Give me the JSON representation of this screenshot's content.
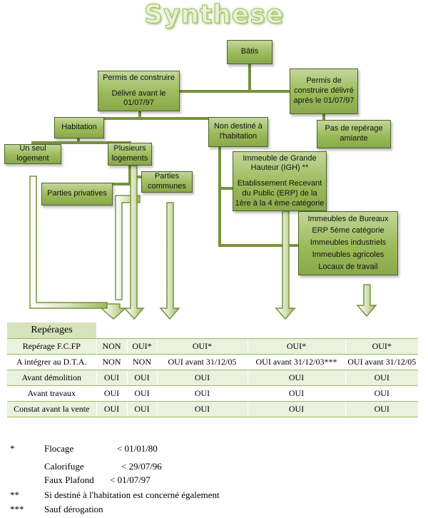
{
  "title": "Synthese",
  "nodes": {
    "batis": "Bâtis",
    "permis_avant_line1": "Permis de construire",
    "permis_avant_line2": "Délivré avant le 01/07/97",
    "permis_apres": "Permis de construire délivré après le 01/07/97",
    "habitation": "Habitation",
    "non_destine": "Non destiné à l'habitation",
    "pas_reperage": "Pas de repérage amiante",
    "seul_logement": "Un seul logement",
    "plusieurs_logements": "Plusieurs logements",
    "parties_privatives": "Parties privatives",
    "parties_communes": "Parties communes",
    "igh_line1": "Immeuble de Grande Hauteur (IGH) **",
    "igh_line2": "Etablissement Recevant du Public (ERP) de la 1ère à la 4 ème catégorie",
    "bureaux": [
      "Immeubles de Bureaux",
      "ERP 5ème catégorie",
      "Immeubles industriels",
      "Immeubles agricoles",
      "Locaux de travail"
    ]
  },
  "table": {
    "header": "Repérages",
    "rows": [
      [
        "Repérage F.C.FP",
        "NON",
        "OUI*",
        "OUI*",
        "OUI*",
        "OUI*"
      ],
      [
        "A intégrer au D.T.A.",
        "NON",
        "NON",
        "OUI avant 31/12/05",
        "OUI avant 31/12/03***",
        "OUI avant 31/12/05"
      ],
      [
        "Avant démolition",
        "OUI",
        "OUI",
        "OUI",
        "OUI",
        "OUI"
      ],
      [
        "Avant travaux",
        "OUI",
        "OUI",
        "OUI",
        "OUI",
        "OUI"
      ],
      [
        "Constat avant la vente",
        "OUI",
        "OUI",
        "OUI",
        "OUI",
        "OUI"
      ]
    ]
  },
  "footnotes": {
    "star1": "*",
    "flocage_label": "Flocage",
    "flocage_value": "< 01/01/80",
    "calorifuge_label": "Calorifuge",
    "calorifuge_value": "< 29/07/96",
    "faux_plafond_label": "Faux Plafond",
    "faux_plafond_value": "< 01/07/97",
    "star2": "**",
    "star2_text": "Si destiné à l'habitation est concerné également",
    "star3": "***",
    "star3_text": "Sauf dérogation"
  },
  "colors": {
    "box_fill": "#9bbb59",
    "box_border": "#4f6228",
    "connector": "#77933c",
    "table_band": "#eaf1dd",
    "header_band": "#d6e3bc"
  }
}
